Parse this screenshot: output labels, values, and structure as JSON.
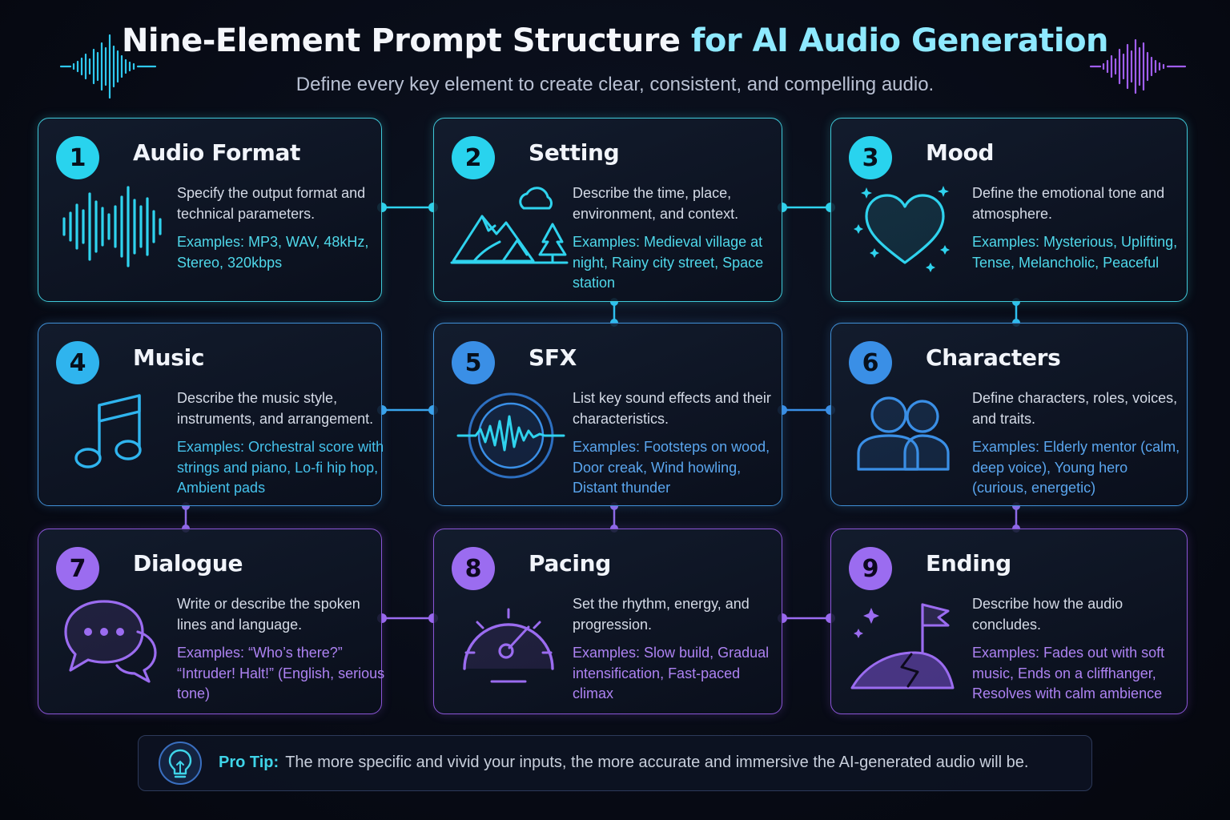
{
  "header": {
    "title_main": "Nine-Element Prompt Structure",
    "title_accent": "for AI Audio Generation",
    "subtitle": "Define every key element to create clear, consistent, and compelling audio."
  },
  "cards": [
    {
      "number": "1",
      "title": "Audio Format",
      "icon": "sound-wave-icon",
      "description": "Specify the output format and technical parameters.",
      "examples": "Examples: MP3, WAV, 48kHz, Stereo, 320kbps"
    },
    {
      "number": "2",
      "title": "Setting",
      "icon": "landscape-icon",
      "description": "Describe the time, place, environment, and context.",
      "examples": "Examples: Medieval village at night, Rainy city street, Space station"
    },
    {
      "number": "3",
      "title": "Mood",
      "icon": "heart-sparkle-icon",
      "description": "Define the emotional tone and atmosphere.",
      "examples": "Examples: Mysterious, Uplifting, Tense, Melancholic, Peaceful"
    },
    {
      "number": "4",
      "title": "Music",
      "icon": "music-note-icon",
      "description": "Describe the music style, instruments, and arrangement.",
      "examples": "Examples: Orchestral score with strings and piano, Lo-fi hip hop, Ambient pads"
    },
    {
      "number": "5",
      "title": "SFX",
      "icon": "sound-effect-icon",
      "description": "List key sound effects and their characteristics.",
      "examples": "Examples: Footsteps on wood, Door creak, Wind howling, Distant thunder"
    },
    {
      "number": "6",
      "title": "Characters",
      "icon": "people-icon",
      "description": "Define characters, roles, voices, and traits.",
      "examples": "Examples: Elderly mentor (calm, deep voice), Young hero (curious, energetic)"
    },
    {
      "number": "7",
      "title": "Dialogue",
      "icon": "chat-bubbles-icon",
      "description": "Write or describe the spoken lines and language.",
      "examples": "Examples: “Who’s there?” “Intruder! Halt!” (English, serious tone)"
    },
    {
      "number": "8",
      "title": "Pacing",
      "icon": "speedometer-icon",
      "description": "Set the rhythm, energy, and progression.",
      "examples": "Examples: Slow build, Gradual intensification, Fast-paced climax"
    },
    {
      "number": "9",
      "title": "Ending",
      "icon": "flag-hill-icon",
      "description": "Describe how the audio concludes.",
      "examples": "Examples: Fades out with soft music, Ends on a cliffhanger, Resolves with calm ambience"
    }
  ],
  "protip": {
    "label": "Pro Tip:",
    "text": "The more specific and vivid your inputs, the more accurate and immersive the AI-generated audio will be.",
    "icon": "lightbulb-icon"
  },
  "colors": {
    "cyan": "#29d3ee",
    "blue": "#3a8fe6",
    "purple": "#9b6cf0",
    "background": "#070a14"
  }
}
